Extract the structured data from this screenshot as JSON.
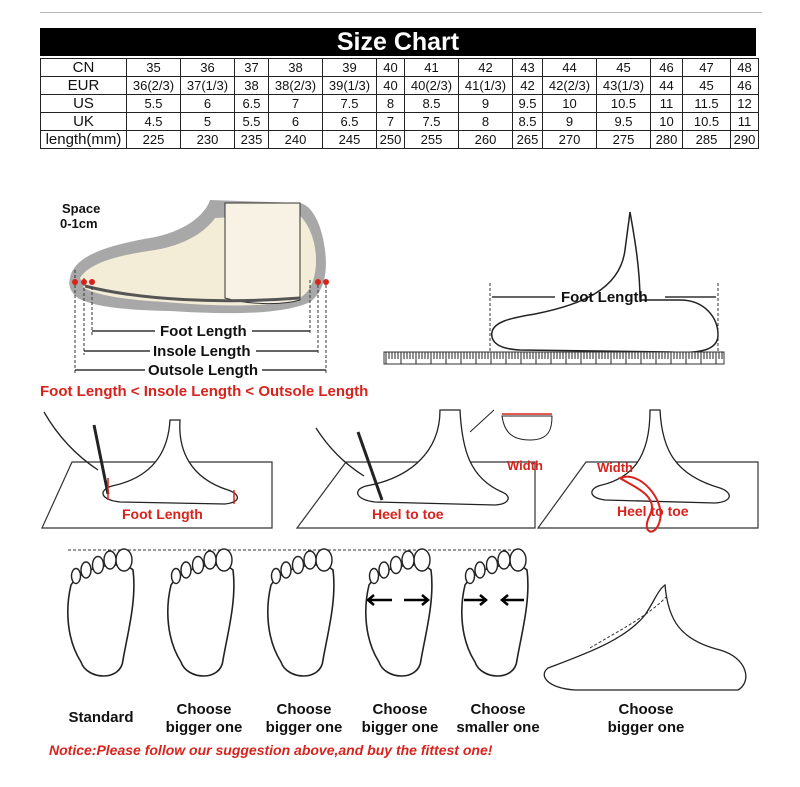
{
  "chart_data": {
    "type": "table",
    "title": "Size Chart",
    "rows": [
      {
        "label": "CN",
        "values": [
          "35",
          "36",
          "37",
          "38",
          "39",
          "40",
          "41",
          "42",
          "43",
          "44",
          "45",
          "46",
          "47",
          "48"
        ]
      },
      {
        "label": "EUR",
        "values": [
          "36(2/3)",
          "37(1/3)",
          "38",
          "38(2/3)",
          "39(1/3)",
          "40",
          "40(2/3)",
          "41(1/3)",
          "42",
          "42(2/3)",
          "43(1/3)",
          "44",
          "45",
          "46"
        ]
      },
      {
        "label": "US",
        "values": [
          "5.5",
          "6",
          "6.5",
          "7",
          "7.5",
          "8",
          "8.5",
          "9",
          "9.5",
          "10",
          "10.5",
          "11",
          "11.5",
          "12"
        ]
      },
      {
        "label": "UK",
        "values": [
          "4.5",
          "5",
          "5.5",
          "6",
          "6.5",
          "7",
          "7.5",
          "8",
          "8.5",
          "9",
          "9.5",
          "10",
          "10.5",
          "11"
        ]
      },
      {
        "label": "length(mm)",
        "values": [
          "225",
          "230",
          "235",
          "240",
          "245",
          "250",
          "255",
          "260",
          "265",
          "270",
          "275",
          "280",
          "285",
          "290"
        ]
      }
    ]
  },
  "shoe_diagram": {
    "space_label": "Space",
    "space_value": "0-1cm",
    "foot_length": "Foot Length",
    "insole_length": "Insole Length",
    "outsole_length": "Outsole Length"
  },
  "side_view": {
    "foot_length": "Foot Length"
  },
  "comparison": "Foot Length < Insole Length < Outsole Length",
  "measure": {
    "foot_length": "Foot Length",
    "heel_to_toe": "Heel to toe",
    "width": "Width",
    "width2": "Width",
    "heel_to_toe2": "Heel to toe"
  },
  "foot_types": [
    {
      "line1": "Standard",
      "line2": ""
    },
    {
      "line1": "Choose",
      "line2": "bigger one"
    },
    {
      "line1": "Choose",
      "line2": "bigger one"
    },
    {
      "line1": "Choose",
      "line2": "bigger one"
    },
    {
      "line1": "Choose",
      "line2": "smaller one"
    },
    {
      "line1": "Choose",
      "line2": "bigger one"
    }
  ],
  "notice": "Notice:Please follow our suggestion above,and buy the fittest one!",
  "colors": {
    "red": "#d8231c",
    "shoe_fill": "#f3ecd7",
    "sole": "#9a9a9a"
  }
}
